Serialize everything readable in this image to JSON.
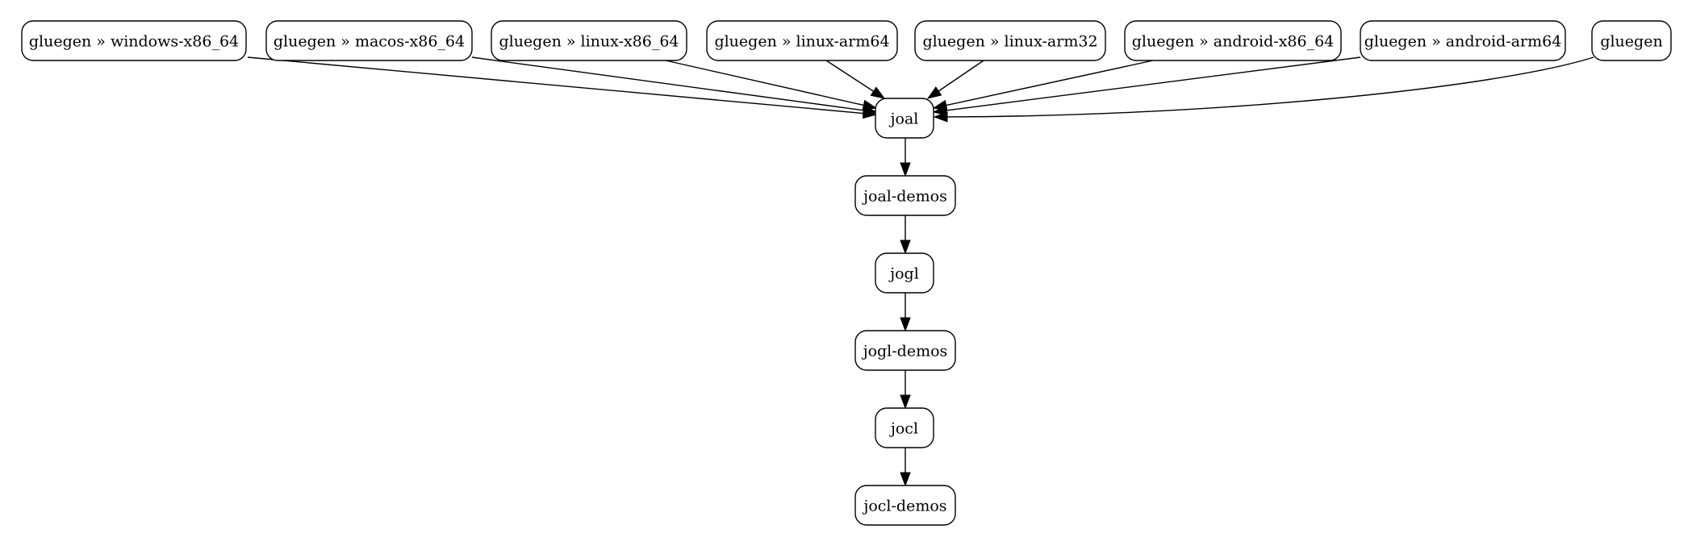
{
  "graph": {
    "nodes": [
      {
        "id": "gluegen-windows-x86_64",
        "label": "gluegen » windows-x86_64"
      },
      {
        "id": "gluegen-macos-x86_64",
        "label": "gluegen » macos-x86_64"
      },
      {
        "id": "gluegen-linux-x86_64",
        "label": "gluegen » linux-x86_64"
      },
      {
        "id": "gluegen-linux-arm64",
        "label": "gluegen » linux-arm64"
      },
      {
        "id": "gluegen-linux-arm32",
        "label": "gluegen » linux-arm32"
      },
      {
        "id": "gluegen-android-x86_64",
        "label": "gluegen » android-x86_64"
      },
      {
        "id": "gluegen-android-arm64",
        "label": "gluegen » android-arm64"
      },
      {
        "id": "gluegen",
        "label": "gluegen"
      },
      {
        "id": "joal",
        "label": "joal"
      },
      {
        "id": "joal-demos",
        "label": "joal-demos"
      },
      {
        "id": "jogl",
        "label": "jogl"
      },
      {
        "id": "jogl-demos",
        "label": "jogl-demos"
      },
      {
        "id": "jocl",
        "label": "jocl"
      },
      {
        "id": "jocl-demos",
        "label": "jocl-demos"
      }
    ],
    "edges": [
      {
        "from": "gluegen-windows-x86_64",
        "to": "joal"
      },
      {
        "from": "gluegen-macos-x86_64",
        "to": "joal"
      },
      {
        "from": "gluegen-linux-x86_64",
        "to": "joal"
      },
      {
        "from": "gluegen-linux-arm64",
        "to": "joal"
      },
      {
        "from": "gluegen-linux-arm32",
        "to": "joal"
      },
      {
        "from": "gluegen-android-x86_64",
        "to": "joal"
      },
      {
        "from": "gluegen-android-arm64",
        "to": "joal"
      },
      {
        "from": "gluegen",
        "to": "joal"
      },
      {
        "from": "joal",
        "to": "joal-demos"
      },
      {
        "from": "joal-demos",
        "to": "jogl"
      },
      {
        "from": "jogl",
        "to": "jogl-demos"
      },
      {
        "from": "jogl-demos",
        "to": "jocl"
      },
      {
        "from": "jocl",
        "to": "jocl-demos"
      }
    ]
  }
}
